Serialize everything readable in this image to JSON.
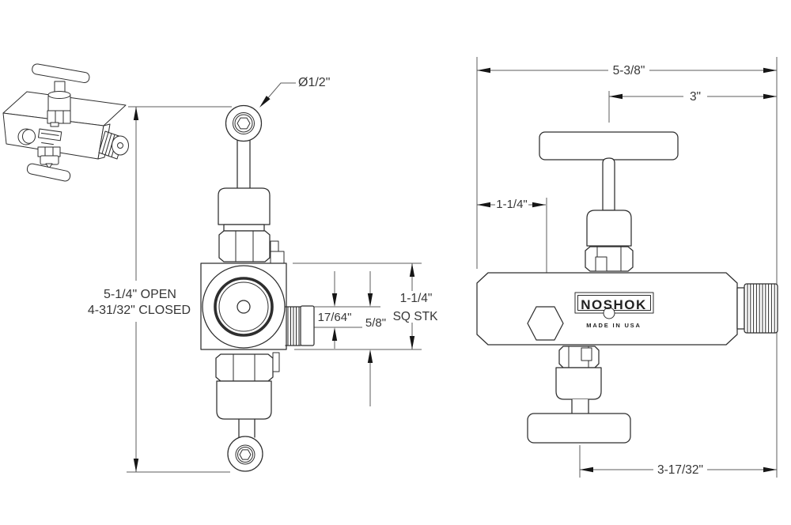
{
  "colors": {
    "background": "#ffffff",
    "line": "#2e2e2e",
    "dimension_line": "#5e5e5e",
    "arrow": "#161616",
    "text": "#363636"
  },
  "front_view": {
    "dims": {
      "handle_dia": "Ø1/2\"",
      "open_height": "5-1/4\" OPEN",
      "closed_height": "4-31/32\" CLOSED",
      "port_top_offset": "17/64\"",
      "port_to_bottom": "5/8\"",
      "stock_size": "1-1/4\"",
      "stock_note": "SQ STK"
    }
  },
  "side_view": {
    "brand": "NOSHOK",
    "made_in": "MADE IN USA",
    "dims": {
      "overall_length": "5-3/8\"",
      "handle_to_end": "3\"",
      "end_to_plug": "1-1/4\"",
      "lower_handle_to_end": "3-17/32\""
    }
  }
}
